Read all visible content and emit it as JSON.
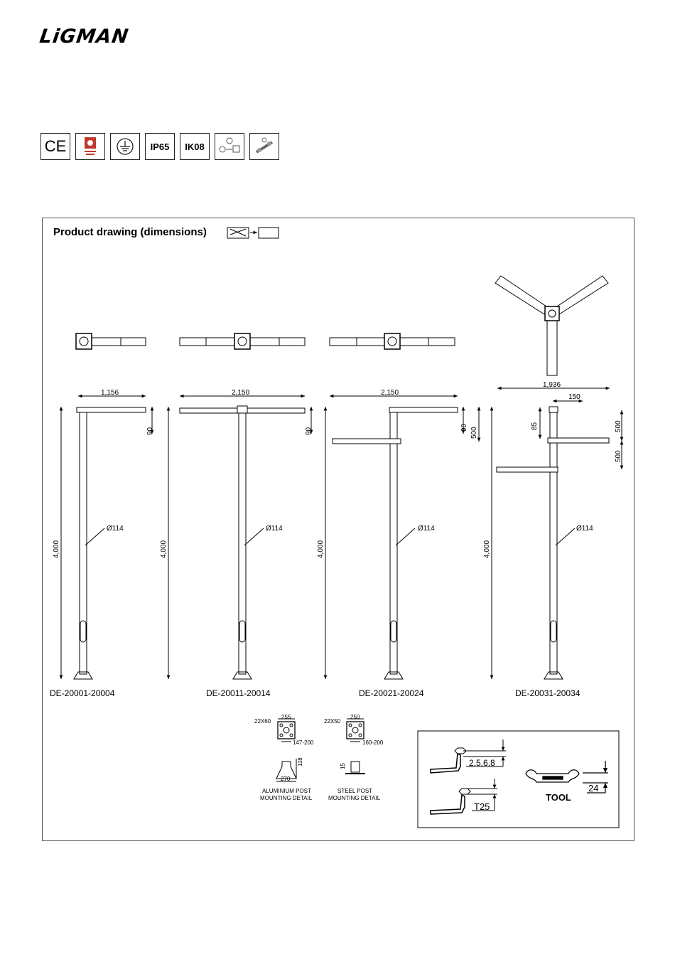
{
  "brand": {
    "logo_text": "LiGMAN"
  },
  "certifications": [
    {
      "name": "ce-mark",
      "label": "CE"
    },
    {
      "name": "quality-cert-badge",
      "label": ""
    },
    {
      "name": "earth-ground-icon",
      "label": ""
    },
    {
      "name": "ip-rating",
      "label": "IP65"
    },
    {
      "name": "ik-rating",
      "label": "IK08"
    },
    {
      "name": "install-icon-1",
      "label": ""
    },
    {
      "name": "install-icon-2",
      "label": ""
    }
  ],
  "drawing": {
    "title": "Product drawing (dimensions)",
    "models": [
      {
        "code": "DE-20001-20004",
        "width": "1,156",
        "arm_drop": "90",
        "height": "4,000",
        "diameter": "Ø114"
      },
      {
        "code": "DE-20011-20014",
        "width": "2,150",
        "arm_drop": "90",
        "height": "4,000",
        "diameter": "Ø114"
      },
      {
        "code": "DE-20021-20024",
        "width": "2,150",
        "arm_drop": "90",
        "arm_spacing": "500",
        "height": "4,000",
        "diameter": "Ø114"
      },
      {
        "code": "DE-20031-20034",
        "width": "1,936",
        "offset": "150",
        "top_drop": "85",
        "spacing_1": "500",
        "spacing_2": "500",
        "height": "4,000",
        "diameter": "Ø114"
      }
    ],
    "mounting": {
      "aluminium": {
        "bolt": "22X60",
        "plate": "255",
        "range": "147-200",
        "height": "118",
        "base": "270",
        "caption_1": "ALUMINIUM POST",
        "caption_2": "MOUNTING DETAIL"
      },
      "steel": {
        "bolt": "22X50",
        "plate": "250",
        "range": "160-200",
        "height": "15",
        "caption_1": "STEEL POST",
        "caption_2": "MOUNTING DETAIL"
      }
    },
    "tools": {
      "hex_sizes": "2.5,6,8",
      "torx": "T25",
      "wrench": "24",
      "label": "TOOL"
    }
  }
}
